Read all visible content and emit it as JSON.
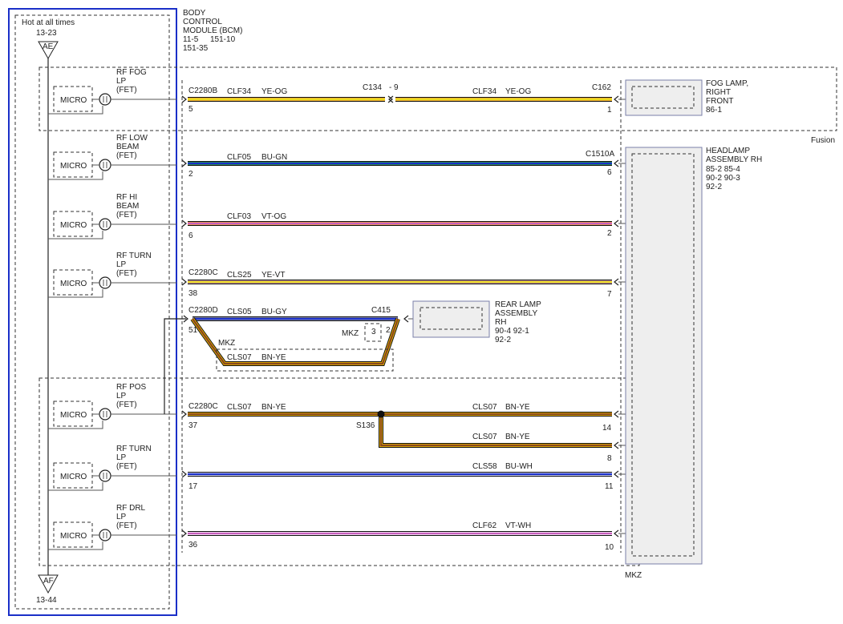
{
  "module": {
    "title_lines": [
      "BODY",
      "CONTROL",
      "MODULE (BCM)"
    ],
    "refs_line1_a": "11-5",
    "refs_line1_b": "151-10",
    "refs_line2": "151-35",
    "hot_label": "Hot at all times",
    "top_ref": "13-23",
    "top_node": "AE",
    "bottom_node": "AF",
    "bottom_ref": "13-44"
  },
  "micro_label": "MICRO",
  "outputs": [
    {
      "lines": [
        "RF FOG",
        "LP",
        "(FET)"
      ]
    },
    {
      "lines": [
        "RF LOW",
        "BEAM",
        "(FET)"
      ]
    },
    {
      "lines": [
        "RF HI",
        "BEAM",
        "(FET)"
      ]
    },
    {
      "lines": [
        "RF TURN",
        "LP",
        "(FET)"
      ]
    },
    {
      "lines": [
        "RF POS",
        "LP",
        "(FET)"
      ]
    },
    {
      "lines": [
        "RF TURN",
        "LP",
        "(FET)"
      ]
    },
    {
      "lines": [
        "RF DRL",
        "LP",
        "(FET)"
      ]
    }
  ],
  "wires": {
    "fog": {
      "connector": "C2280B",
      "circuit_left": "CLF34",
      "color_left": "YE-OG",
      "inline": "C134",
      "inline_sep": "-",
      "inline_pin": "9",
      "circuit_right": "CLF34",
      "color_right": "YE-OG",
      "end_connector": "C162",
      "pin_left": "5",
      "pin_right": "1",
      "stripe_main": "#e8dc1e",
      "stripe_trace": "#f2a23a"
    },
    "low": {
      "circuit": "CLF05",
      "color": "BU-GN",
      "end_connector": "C1510A",
      "pin_left": "2",
      "pin_right": "6",
      "stripe_main": "#1a2fc8",
      "stripe_trace": "#27a83b"
    },
    "hi": {
      "circuit": "CLF03",
      "color": "VT-OG",
      "pin_left": "6",
      "pin_right": "2",
      "stripe_main": "#c860c0",
      "stripe_trace": "#f2a23a"
    },
    "turn1": {
      "connector": "C2280C",
      "circuit": "CLS25",
      "color": "YE-VT",
      "pin_left": "38",
      "pin_right": "7",
      "stripe_main": "#e8dc1e",
      "stripe_trace": "#b070c8"
    },
    "rear": {
      "connector": "C2280D",
      "circuit": "CLS05",
      "color": "BU-GY",
      "end_connector": "C415",
      "pin_left": "51",
      "pin_right": "2",
      "mkz_box_label": "MKZ",
      "mkz_pin": "3",
      "mkz_loop_label": "MKZ",
      "loop_circuit": "CLS07",
      "loop_color": "BN-YE",
      "stripe_main": "#1a2fc8",
      "stripe_trace": "#a0a0a8"
    },
    "pos": {
      "connector": "C2280C",
      "circuit_left": "CLS07",
      "color_left": "BN-YE",
      "splice": "S136",
      "circuit_right": "CLS07",
      "color_right": "BN-YE",
      "pin_left": "37",
      "pin_right": "14",
      "branch_circuit": "CLS07",
      "branch_color": "BN-YE",
      "branch_pin": "8",
      "stripe_main": "#8a4a1c",
      "stripe_trace": "#f5c000"
    },
    "turn2": {
      "circuit": "CLS58",
      "color": "BU-WH",
      "pin_left": "17",
      "pin_right": "11",
      "stripe_main": "#1a2fc8",
      "stripe_trace": "#ffffff"
    },
    "drl": {
      "circuit": "CLF62",
      "color": "VT-WH",
      "pin_left": "36",
      "pin_right": "10",
      "stripe_main": "#c860c0",
      "stripe_trace": "#ffffff"
    }
  },
  "components": {
    "fog_lamp": {
      "lines": [
        "FOG LAMP,",
        "RIGHT",
        "FRONT"
      ],
      "ref": "86-1"
    },
    "fusion_label": "Fusion",
    "headlamp": {
      "lines": [
        "HEADLAMP",
        "ASSEMBLY RH"
      ],
      "refs": [
        "85-2    85-4",
        "90-2    90-3",
        "92-2"
      ]
    },
    "rear_lamp": {
      "lines": [
        "REAR LAMP",
        "ASSEMBLY",
        "RH"
      ],
      "refs": [
        "90-4    92-1",
        "92-2"
      ]
    },
    "mkz_label": "MKZ"
  },
  "colors": {
    "bcm_border": "#1a2fc8",
    "component_border": "#7a7fa8",
    "component_fill": "#eeeeee"
  }
}
